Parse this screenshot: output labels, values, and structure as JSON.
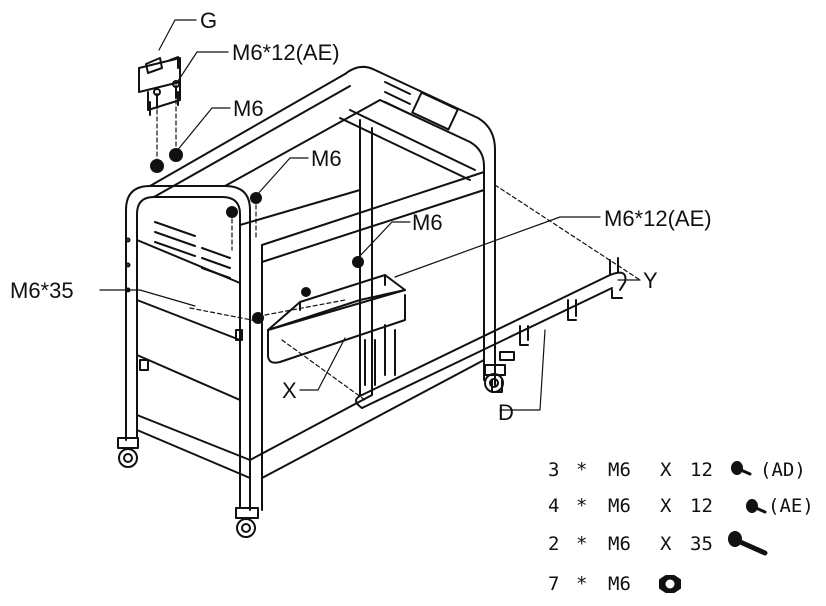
{
  "callouts": {
    "g": "G",
    "m6_12_ae_top": "M6*12(AE)",
    "m6_a": "M6",
    "m6_b": "M6",
    "m6_c": "M6",
    "m6_12_ae_right": "M6*12(AE)",
    "m6_35": "M6*35",
    "x": "X",
    "y": "Y",
    "d": "D"
  },
  "parts_list": [
    {
      "qty": "3",
      "mult": "*",
      "size": "M6",
      "x": "X",
      "len": "12",
      "code": "(AD)",
      "icon": "socket-head-screw-short-icon"
    },
    {
      "qty": "4",
      "mult": "*",
      "size": "M6",
      "x": "X",
      "len": "12",
      "code": "(AE)",
      "icon": "button-head-screw-icon"
    },
    {
      "qty": "2",
      "mult": "*",
      "size": "M6",
      "x": "X",
      "len": "35",
      "code": "",
      "icon": "long-bolt-icon"
    },
    {
      "qty": "7",
      "mult": "*",
      "size": "M6",
      "x": "",
      "len": "",
      "code": "",
      "icon": "hex-nut-icon"
    }
  ]
}
